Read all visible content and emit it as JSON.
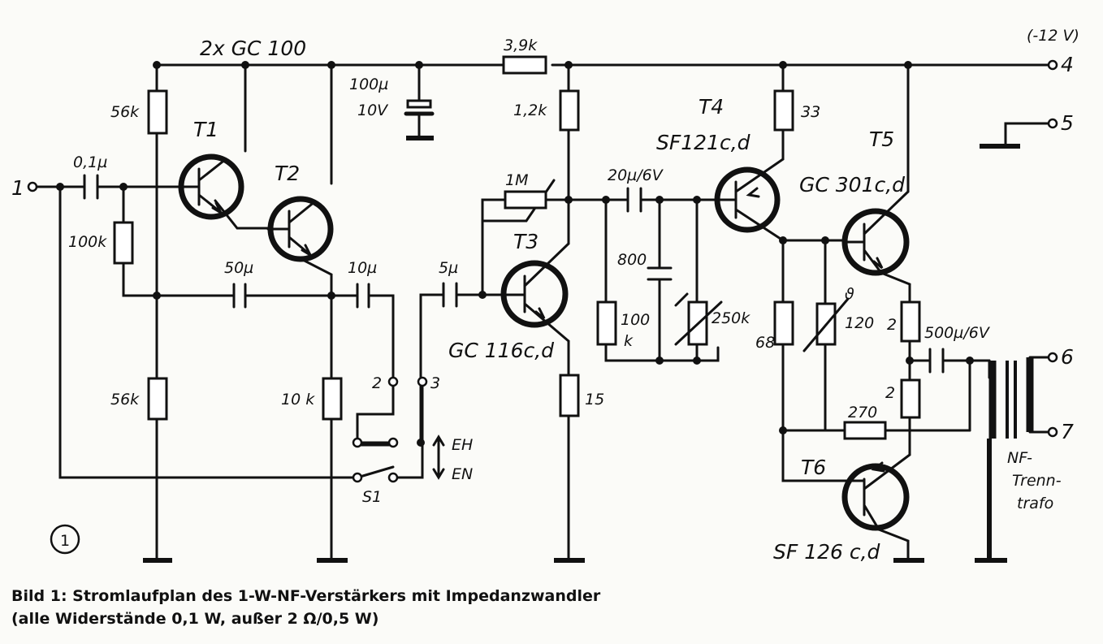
{
  "header": {
    "part_count": "2x GC 100",
    "supply": "(-12 V)"
  },
  "terminals": [
    "1",
    "2",
    "3",
    "4",
    "5",
    "6",
    "7"
  ],
  "transistors": {
    "t1": "T1",
    "t2": "T2",
    "t3": "T3",
    "t4": "T4",
    "t5": "T5",
    "t6": "T6",
    "t3_type": "GC 116c,d",
    "t4_type": "SF121c,d",
    "t5_type": "GC 301c,d",
    "t6_type": "SF 126 c,d"
  },
  "resistors": {
    "r_56k_top": "56k",
    "r_100k": "100k",
    "r_56k_bottom": "56k",
    "r_10k": "10 k",
    "r_3_9k": "3,9k",
    "r_1_2k": "1,2k",
    "r_1m": "1M",
    "r_15": "15",
    "r_100k_b_line1": "100",
    "r_100k_b_line2": "k",
    "r_250k": "250k",
    "r_33": "33",
    "r_68": "68",
    "r_ntc_symbol": "ϑ",
    "r_120": "120",
    "r_2_top": "2",
    "r_2_bottom": "2",
    "r_270": "270"
  },
  "capacitors": {
    "c_input": "0,1µ",
    "c_100u_line1": "100µ",
    "c_100u_line2": "10V",
    "c_50u": "50µ",
    "c_10u": "10µ",
    "c_5u": "5µ",
    "c_20u": "20µ/6V",
    "c_800": "800",
    "c_500u": "500µ/6V"
  },
  "switch": {
    "name": "S1",
    "pos_upper": "EH",
    "pos_lower": "EN"
  },
  "transformer": {
    "line1": "NF-",
    "line2": "Trenn-",
    "line3": "trafo"
  },
  "figure_number": "1",
  "caption": {
    "line1": "Bild 1:  Stromlaufplan  des  1-W-NF-Verstärkers  mit  Impedanzwandler",
    "line2": "(alle  Widerstände  0,1  W,  außer  2  Ω/0,5  W)"
  }
}
